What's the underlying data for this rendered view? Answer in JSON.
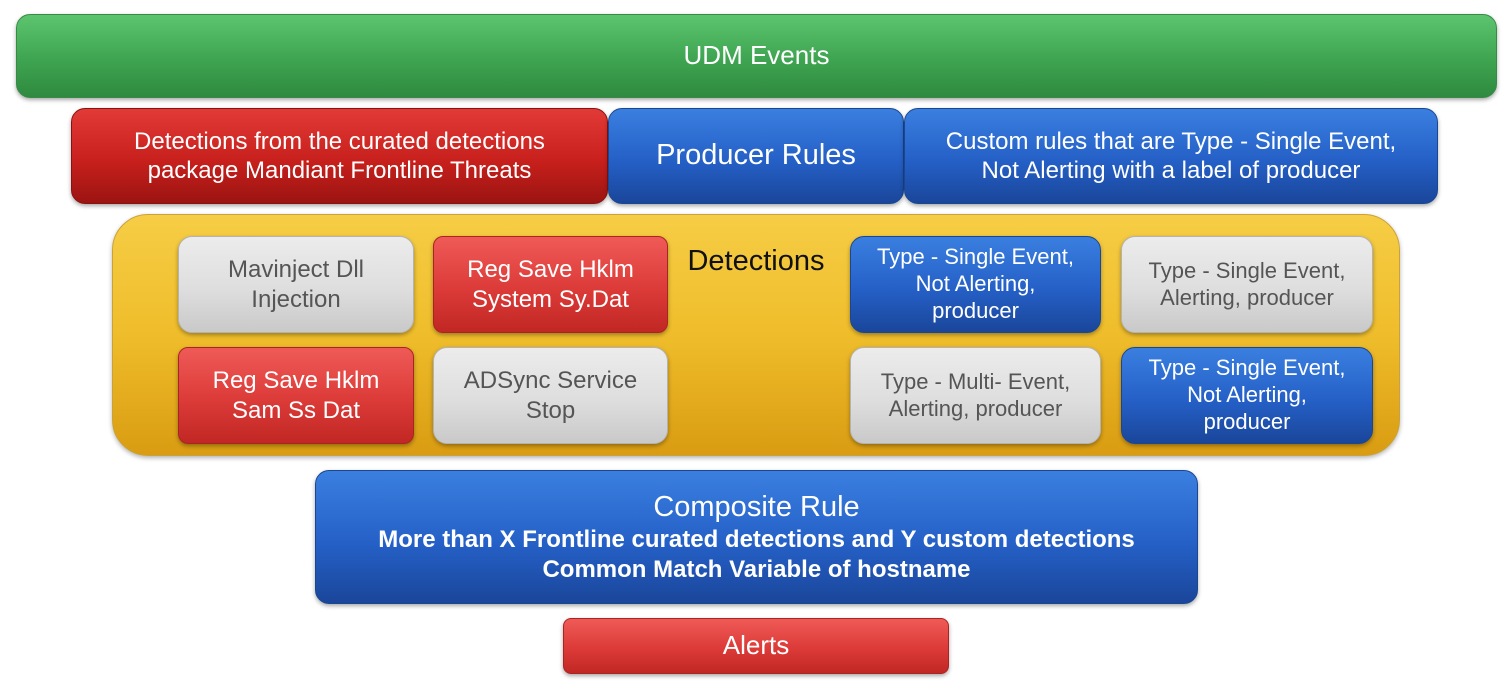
{
  "udm_events": "UDM Events",
  "row2": {
    "curated_detections": [
      "Detections from the curated detections",
      "package Mandiant Frontline Threats"
    ],
    "producer_rules": "Producer Rules",
    "custom_rules": [
      "Custom rules that are Type - Single Event,",
      "Not Alerting with a label of producer"
    ]
  },
  "detections": {
    "label": "Detections",
    "mavinject": [
      "Mavinject Dll",
      "Injection"
    ],
    "reg_save_system": [
      "Reg Save Hklm",
      "System Sy.Dat"
    ],
    "reg_save_sam": [
      "Reg Save Hklm",
      "Sam Ss Dat"
    ],
    "adsync": [
      "ADSync Service",
      "Stop"
    ],
    "type_single_not_alerting_1": [
      "Type - Single Event,",
      "Not Alerting,",
      "producer"
    ],
    "type_single_alerting": [
      "Type - Single Event,",
      "Alerting, producer"
    ],
    "type_multi_alerting": [
      "Type - Multi- Event,",
      "Alerting, producer"
    ],
    "type_single_not_alerting_2": [
      "Type - Single Event,",
      "Not Alerting,",
      "producer"
    ]
  },
  "composite": {
    "title": "Composite Rule",
    "line1": "More than X Frontline curated detections and Y custom detections",
    "line2": "Common Match Variable of hostname"
  },
  "alerts": "Alerts",
  "colors": {
    "green": "#3ea451",
    "red": "#c8201c",
    "blue": "#2560c7",
    "gray": "#dedede",
    "gold": "#efbd2b"
  }
}
